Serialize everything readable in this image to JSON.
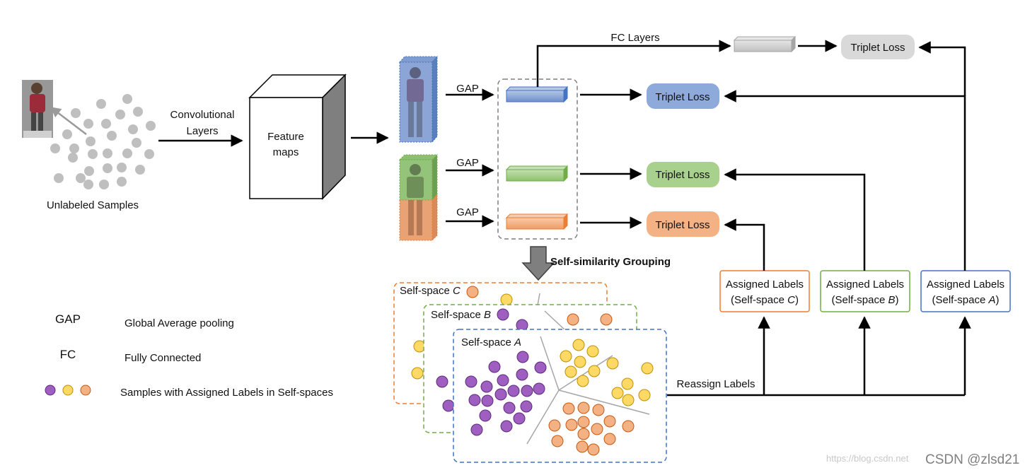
{
  "diagram": {
    "unlabeled_samples": "Unlabeled Samples",
    "conv_layers_line1": "Convolutional",
    "conv_layers_line2": "Layers",
    "feature_maps_line1": "Feature",
    "feature_maps_line2": "maps",
    "gap_label": "GAP",
    "fc_layers": "FC Layers",
    "triplet_loss": "Triplet Loss",
    "self_similarity_grouping": "Self-similarity Grouping",
    "reassign_labels": "Reassign Labels",
    "assigned_labels": "Assigned Labels",
    "self_space_word": "Self-space",
    "space_a": "A",
    "space_b": "B",
    "space_c": "C"
  },
  "legend": {
    "gap_abbr": "GAP",
    "gap_full": "Global Average pooling",
    "fc_abbr": "FC",
    "fc_full": "Fully Connected",
    "samples_text": "Samples with Assigned Labels in Self-spaces"
  },
  "watermark": {
    "url": "https://blog.csdn.net",
    "credit": "CSDN @zlsd21"
  },
  "colors": {
    "blue": "#8eaadb",
    "blue_border": "#4472c4",
    "green": "#a9d18e",
    "green_border": "#70ad47",
    "orange": "#f4b183",
    "orange_border": "#ed7d31",
    "gray": "#d9d9d9",
    "purple": "#9e5fc0",
    "yellow": "#ffd966"
  }
}
